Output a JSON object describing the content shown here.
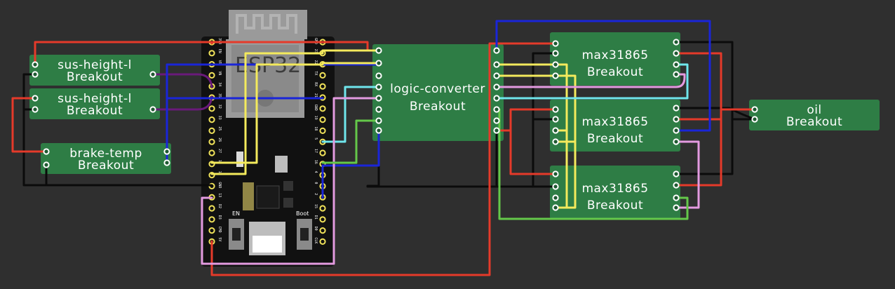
{
  "components": {
    "sus_height_1": {
      "line1": "sus-height-l",
      "line2": "Breakout"
    },
    "sus_height_2": {
      "line1": "sus-height-l",
      "line2": "Breakout"
    },
    "brake_temp": {
      "line1": "brake-temp",
      "line2": "Breakout"
    },
    "logic_converter": {
      "line1": "logic-converter",
      "line2": "Breakout"
    },
    "max_1": {
      "line1": "max31865",
      "line2": "Breakout"
    },
    "max_2": {
      "line1": "max31865",
      "line2": "Breakout"
    },
    "max_3": {
      "line1": "max31865",
      "line2": "Breakout"
    },
    "oil": {
      "line1": "oil",
      "line2": "Breakout"
    }
  },
  "esp32": {
    "chip_label": "ESP32",
    "button_en": "EN",
    "button_boot": "Boot",
    "left_pins": [
      "3V3",
      "EN",
      "VP",
      "VN",
      "34",
      "35",
      "32",
      "33",
      "25",
      "26",
      "27",
      "14",
      "12",
      "GND",
      "13",
      "D2",
      "D3",
      "CMD",
      "5V"
    ],
    "right_pins": [
      "GND",
      "23",
      "22",
      "TX",
      "RX",
      "21",
      "GND",
      "19",
      "18",
      "5",
      "17",
      "16",
      "4",
      "0",
      "2",
      "15",
      "D1",
      "D0",
      "CLK"
    ]
  },
  "colors": {
    "background": "#2f2f2f",
    "breakout": "#2e7d45",
    "wire_red": "#e53a2a",
    "wire_yellow": "#f4ea5c",
    "wire_blue": "#1a25d8",
    "wire_black": "#0b0b0b",
    "wire_purple": "#6a1a7a",
    "wire_cyan": "#6fe6ec",
    "wire_pink": "#e39ae0",
    "wire_green": "#64c84a"
  }
}
